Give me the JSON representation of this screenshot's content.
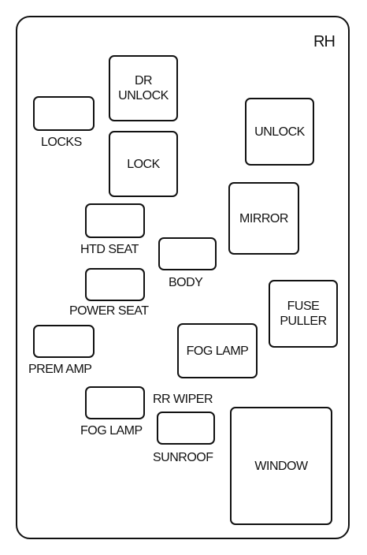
{
  "side_label": "RH",
  "relays": {
    "dr_unlock": "DR\nUNLOCK",
    "lock": "LOCK",
    "unlock": "UNLOCK",
    "mirror": "MIRROR",
    "fuse_puller": "FUSE\nPULLER",
    "fog_lamp": "FOG LAMP",
    "window": "WINDOW"
  },
  "fuses": {
    "locks": "LOCKS",
    "htd_seat": "HTD SEAT",
    "body": "BODY",
    "power_seat": "POWER SEAT",
    "prem_amp": "PREM AMP",
    "fog_lamp": "FOG LAMP",
    "rr_wiper": "RR WIPER",
    "sunroof": "SUNROOF"
  }
}
